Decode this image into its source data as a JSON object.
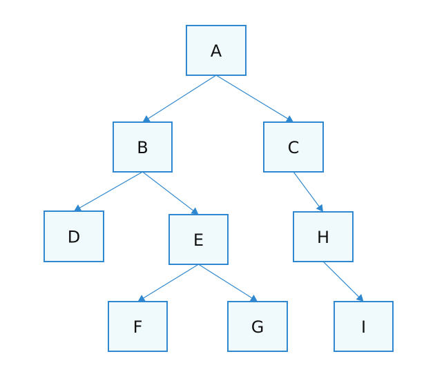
{
  "diagram": {
    "type": "tree",
    "colors": {
      "node_fill": "#f0fafd",
      "node_border": "#2f88cf",
      "edge": "#2f88cf",
      "label": "#111111"
    },
    "nodes": [
      {
        "id": "A",
        "label": "A"
      },
      {
        "id": "B",
        "label": "B"
      },
      {
        "id": "C",
        "label": "C"
      },
      {
        "id": "D",
        "label": "D"
      },
      {
        "id": "E",
        "label": "E"
      },
      {
        "id": "H",
        "label": "H"
      },
      {
        "id": "F",
        "label": "F"
      },
      {
        "id": "G",
        "label": "G"
      },
      {
        "id": "I",
        "label": "I"
      }
    ],
    "edges": [
      {
        "from": "A",
        "to": "B"
      },
      {
        "from": "A",
        "to": "C"
      },
      {
        "from": "B",
        "to": "D"
      },
      {
        "from": "B",
        "to": "E"
      },
      {
        "from": "C",
        "to": "H"
      },
      {
        "from": "E",
        "to": "F"
      },
      {
        "from": "E",
        "to": "G"
      },
      {
        "from": "H",
        "to": "I"
      }
    ]
  }
}
